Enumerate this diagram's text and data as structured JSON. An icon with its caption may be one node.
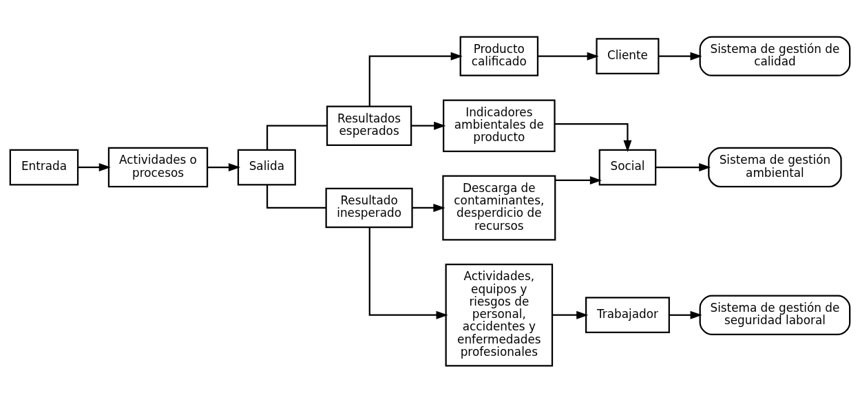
{
  "diagram": {
    "nodes": [
      {
        "text": [
          "Entrada"
        ]
      },
      {
        "text": [
          "Actividades o procesos"
        ]
      },
      {
        "text": [
          "Salida"
        ]
      },
      {
        "text": [
          "Resultados esperados"
        ]
      },
      {
        "text": [
          "Resultado inesperado"
        ]
      },
      {
        "text": [
          "Producto calificado"
        ]
      },
      {
        "text": [
          "Indicadores ambientales de producto"
        ]
      },
      {
        "text": [
          "Descarga de contaminantes, desperdicio de recursos"
        ]
      },
      {
        "text": [
          "Actividades, equipos y riesgos de personal, accidentes y enfermedades profesionales"
        ]
      },
      {
        "text": [
          "Cliente"
        ]
      },
      {
        "text": [
          "Social"
        ]
      },
      {
        "text": [
          "Trabajador"
        ]
      },
      {
        "text": [
          "Sistema de gestión de calidad"
        ]
      },
      {
        "text": [
          "Sistema de gestión ambiental"
        ]
      },
      {
        "text": [
          "Sistema de gestión de seguridad laboral"
        ]
      }
    ],
    "edges": [
      {
        "from": 0,
        "to": 1,
        "arrow": "to"
      },
      {
        "from": 1,
        "to": 2,
        "arrow": "to"
      },
      {
        "from": 2,
        "to": 3,
        "arrow": "none"
      },
      {
        "from": 2,
        "to": 4,
        "arrow": "none"
      },
      {
        "from": 3,
        "to": 5,
        "arrow": "to"
      },
      {
        "from": 3,
        "to": 6,
        "arrow": "to"
      },
      {
        "from": 4,
        "to": 7,
        "arrow": "to"
      },
      {
        "from": 4,
        "to": 8,
        "arrow": "to"
      },
      {
        "from": 5,
        "to": 9,
        "arrow": "to"
      },
      {
        "from": 9,
        "to": 12,
        "arrow": "to"
      },
      {
        "from": 6,
        "to": 10,
        "arrow": "to"
      },
      {
        "from": 7,
        "to": 10,
        "arrow": "to"
      },
      {
        "from": 10,
        "to": 13,
        "arrow": "to"
      },
      {
        "from": 8,
        "to": 11,
        "arrow": "to"
      },
      {
        "from": 11,
        "to": 14,
        "arrow": "to"
      }
    ]
  }
}
